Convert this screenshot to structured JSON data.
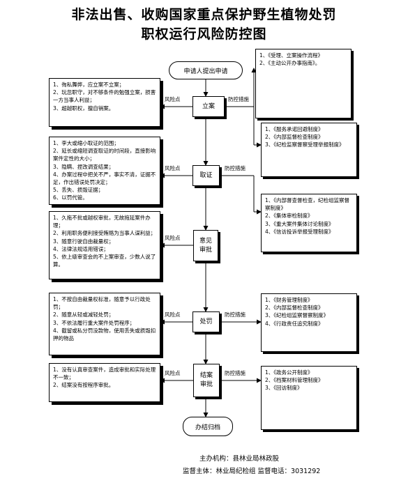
{
  "title": {
    "line1": "非法出售、收购国家重点保护野生植物处罚",
    "line2": "职权运行风险防控图"
  },
  "flow": {
    "start": "申请人提出申请",
    "end": "办结归档",
    "steps": [
      {
        "label": "立案"
      },
      {
        "label": "取证"
      },
      {
        "label": "意见\n审批"
      },
      {
        "label": "处罚"
      },
      {
        "label": "结案\n审批"
      }
    ],
    "risk_label": "风险点",
    "control_label": "防控措施"
  },
  "top_right_box": [
    "1、《受理、立案操作流程》",
    "2、《主动公开办事指南》。"
  ],
  "risk_boxes": [
    [
      "1、徇私舞弊，应立案不立案；",
      "2、玩忽职守，对不够条件的勉强立案，损害一方当事人利益；",
      "3、超越职权，擅自销案。"
    ],
    [
      "1、李大或缩小取证的范围；",
      "2、延长或缩短调查取证的时间段，直接影响案件定性的大小；",
      "3、隐瞒、捏改调查结果；",
      "4、办案过程中把关不严，事实不清，证据不足，作出错误处罚决定；",
      "5、丢失、损毁证据；",
      "6、以罚代管。"
    ],
    [
      "1、久拖不批或越权审批，无故拖延案件办理；",
      "2、利用职务便利接受贿赂为当事人谋利益；",
      "3、随意行驶自由裁量权；",
      "4、法律法规适用错误；",
      "5、依上级审查会的不上案审查，少数人说了算。"
    ],
    [
      "1、不按自由裁量权标准，随意予以行政处罚；",
      "2、随意从轻或减轻处罚；",
      "3、不依法履行重大案件处罚程序；",
      "4、截留或私分罚没款物，使用丢失或损毁扣押的物品"
    ],
    [
      "1、没有认真审查案件，造成审批和实际处理不一致；",
      "2、结案没有按程序审批。"
    ]
  ],
  "control_boxes": [
    [
      "1、《服务承诺回避制度》",
      "2、《内部监督检查制度》",
      "3、《纪检监察督察受理举报制度》"
    ],
    [
      "1、《内部督查督检查，纪检组监察督察制度》",
      "2、《集体审检制度》",
      "3、《重大案件集体讨论制度》",
      "4、《信访投诉举报受理制度》"
    ],
    [
      "1、《财务管理制度》",
      "2、《内部监督检查制度》",
      "3、《纪检组监察督察制度》",
      "4、《行政责任追究制度》"
    ],
    [
      "1、《政务公开制度》",
      "2、《档案材料管理制度》",
      "3、《回访制度》"
    ]
  ],
  "footer": {
    "line1": "主办机构：县林业局林政股",
    "line2": "监督主体：林业局纪检组 监督电话：3031292"
  }
}
